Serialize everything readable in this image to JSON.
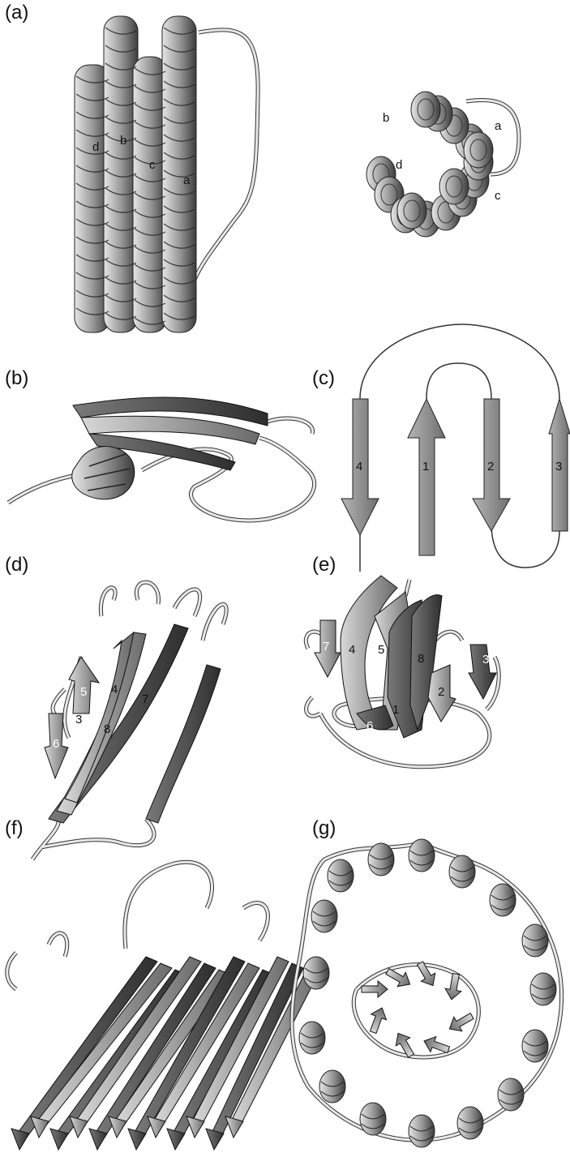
{
  "panels": {
    "a": {
      "label": "(a)",
      "side_labels": [
        "d",
        "b",
        "c",
        "a"
      ],
      "top_labels": [
        "b",
        "a",
        "d",
        "c"
      ]
    },
    "b": {
      "label": "(b)"
    },
    "c": {
      "label": "(c)",
      "strands": [
        "4",
        "1",
        "2",
        "3"
      ]
    },
    "d": {
      "label": "(d)",
      "strands": [
        "5",
        "4",
        "7",
        "6",
        "3",
        "8"
      ]
    },
    "e": {
      "label": "(e)",
      "strands": [
        "7",
        "4",
        "5",
        "8",
        "3",
        "2",
        "1",
        "6"
      ]
    },
    "f": {
      "label": "(f)"
    },
    "g": {
      "label": "(g)"
    }
  },
  "colors": {
    "dark": "#3a3a3a",
    "mid": "#8c8c8c",
    "light": "#c8c8c8",
    "line": "#222222"
  }
}
